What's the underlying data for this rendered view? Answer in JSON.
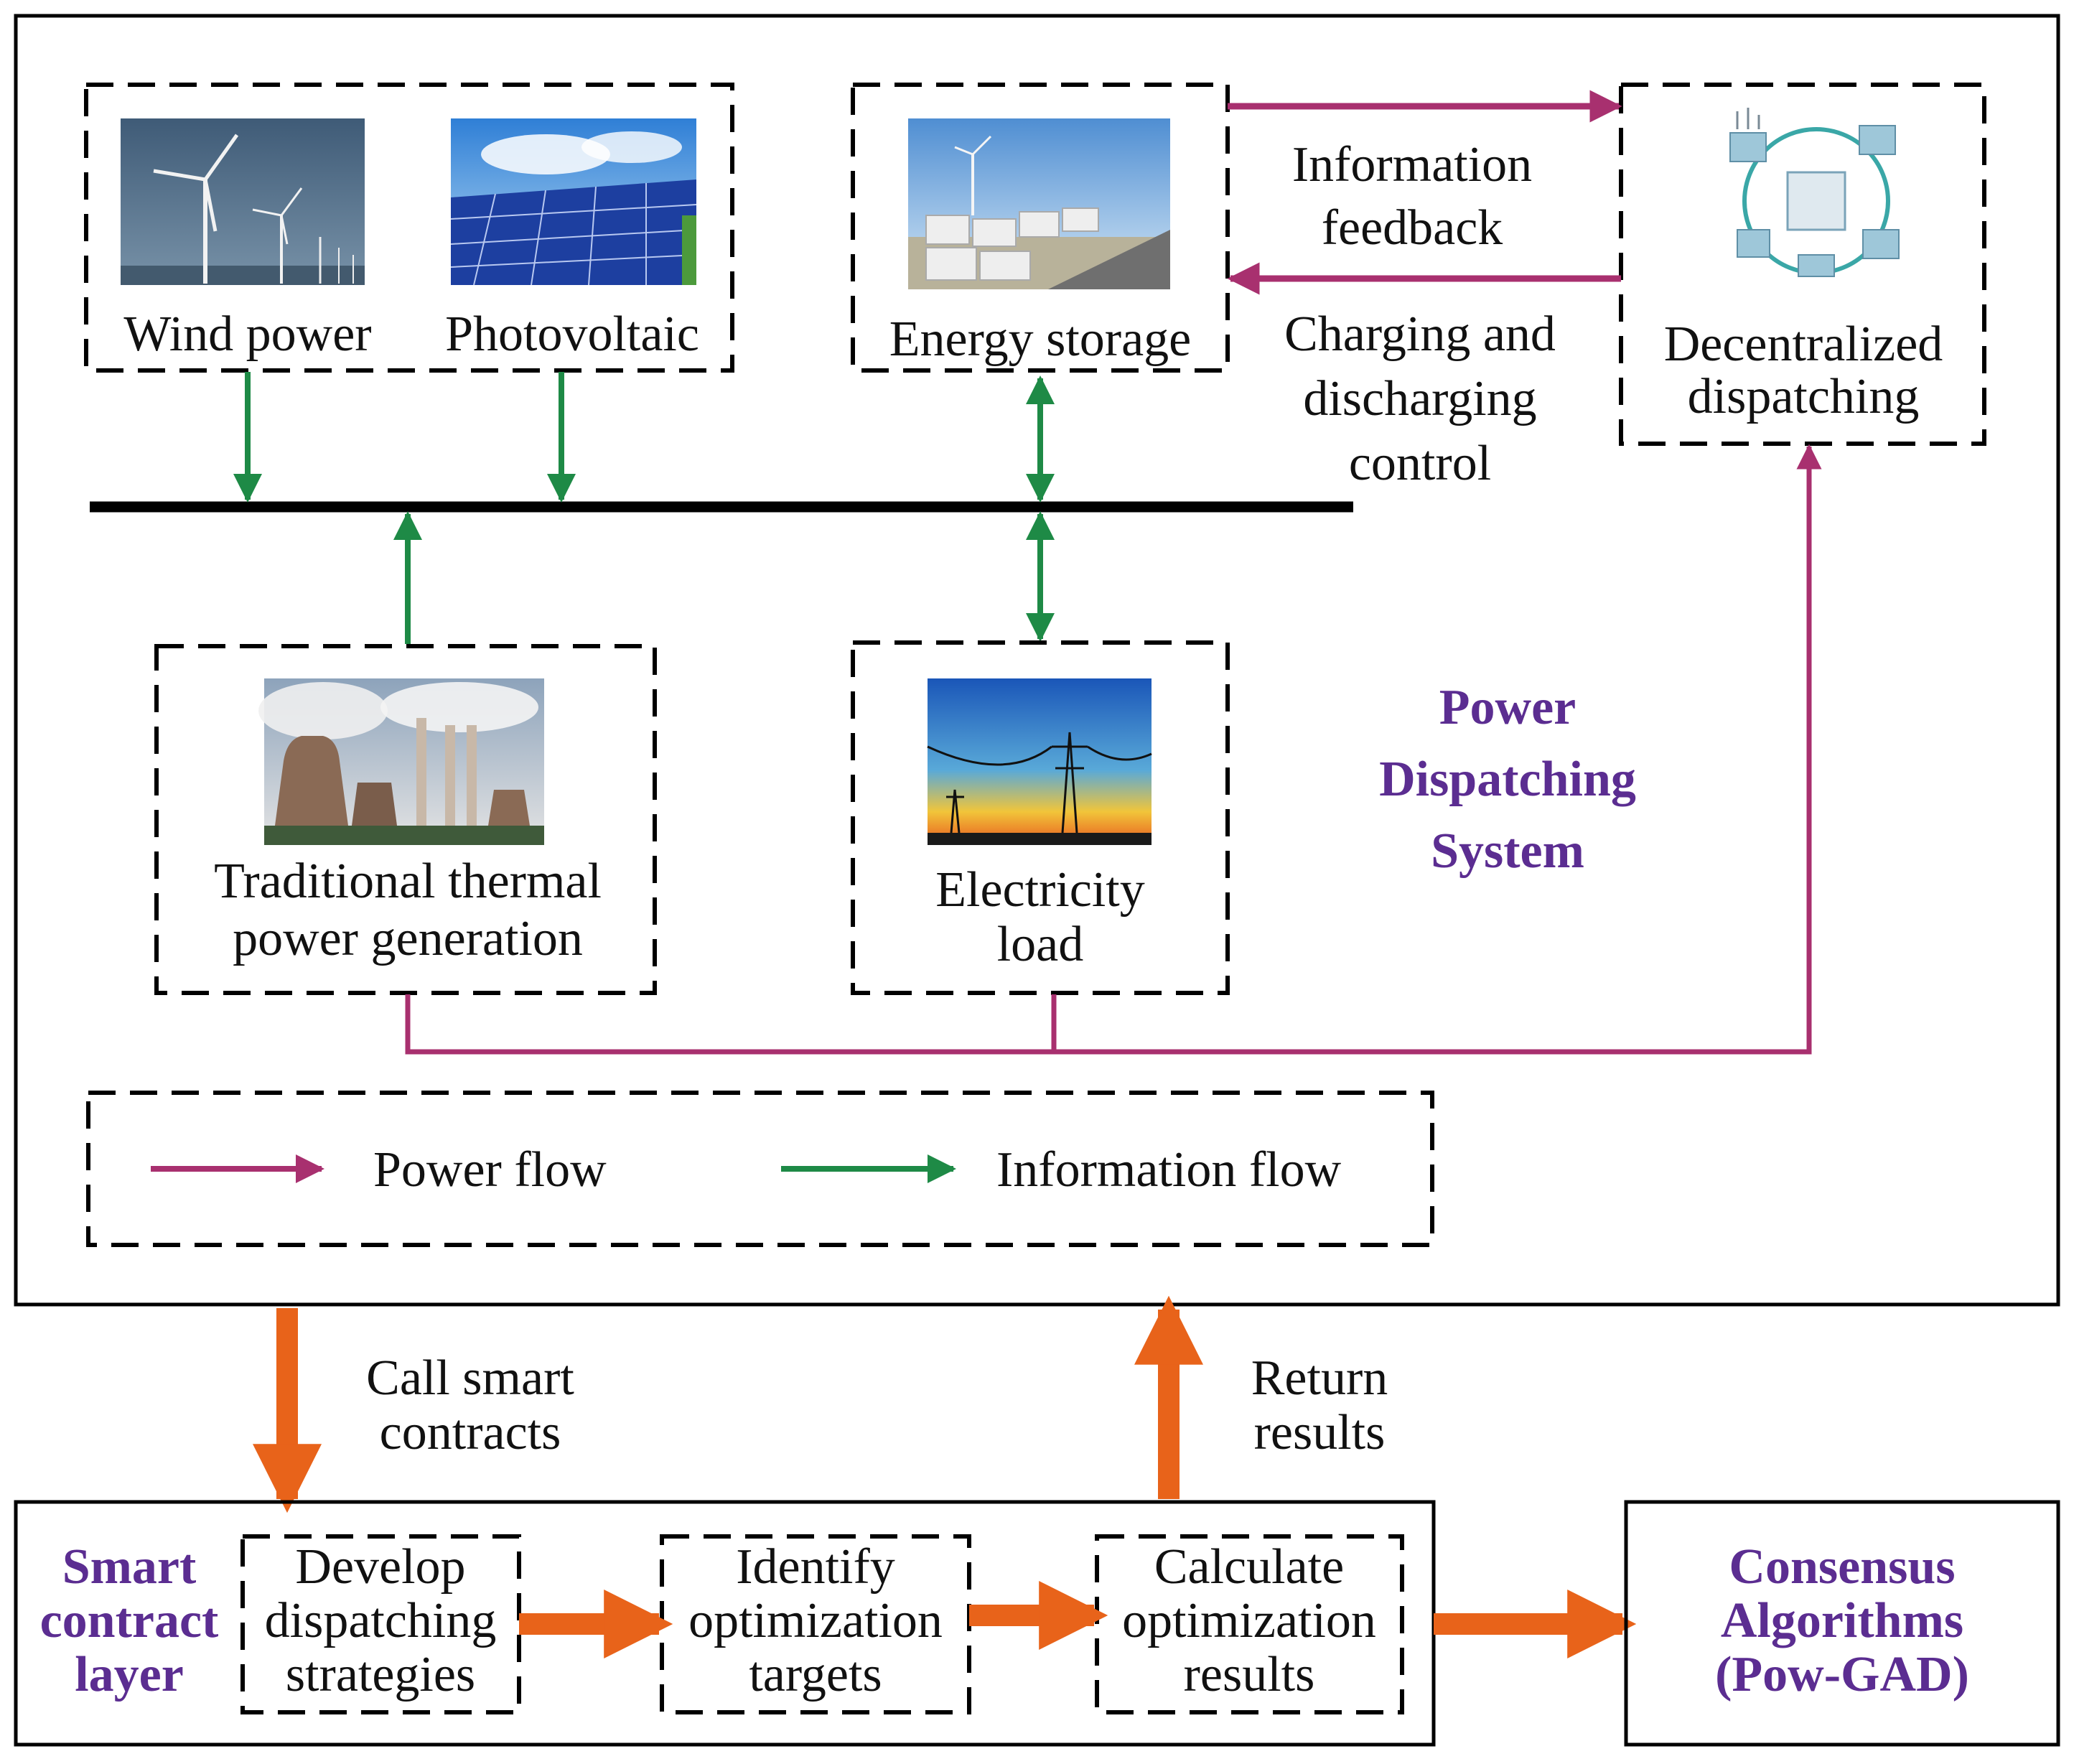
{
  "sources": {
    "wind_label": "Wind power",
    "pv_label": "Photovoltaic",
    "storage_label": "Energy storage",
    "thermal_label_line1": "Traditional thermal",
    "thermal_label_line2": "power generation",
    "load_label_line1": "Electricity",
    "load_label_line2": "load"
  },
  "dispatch": {
    "label_line1": "Decentralized",
    "label_line2": "dispatching",
    "feedback_line1": "Information",
    "feedback_line2": "feedback",
    "control_line1": "Charging and",
    "control_line2": "discharging",
    "control_line3": "control"
  },
  "system_title": {
    "line1": "Power",
    "line2": "Dispatching",
    "line3": "System"
  },
  "legend": {
    "power_flow": "Power flow",
    "information_flow": "Information flow"
  },
  "interlayer": {
    "call_line1": "Call smart",
    "call_line2": "contracts",
    "return_line1": "Return",
    "return_line2": "results"
  },
  "smart_contract": {
    "title_line1": "Smart",
    "title_line2": "contract",
    "title_line3": "layer",
    "step1_line1": "Develop",
    "step1_line2": "dispatching",
    "step1_line3": "strategies",
    "step2_line1": "Identify",
    "step2_line2": "optimization",
    "step2_line3": "targets",
    "step3_line1": "Calculate",
    "step3_line2": "optimization",
    "step3_line3": "results"
  },
  "consensus": {
    "line1": "Consensus",
    "line2": "Algorithms",
    "line3": "(Pow-GAD)"
  },
  "colors": {
    "magenta": "#a8306f",
    "green": "#1e8a46",
    "orange": "#e8631a",
    "purple_text": "#5b2d91",
    "bus": "#000000"
  }
}
